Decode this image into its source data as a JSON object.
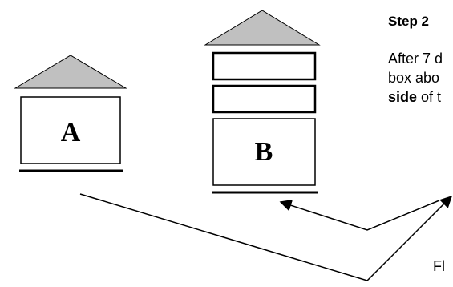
{
  "step": {
    "title": "Step 2"
  },
  "instruction": {
    "line1": "After 7 d",
    "line2": "box abo",
    "line3_bold": "side",
    "line3_rest": " of t"
  },
  "hives": [
    {
      "label": "A",
      "boxes_above": 0
    },
    {
      "label": "B",
      "boxes_above": 2
    }
  ],
  "footer_fragment": "Fl",
  "colors": {
    "roof": "#c0c0c0",
    "stroke": "#000000",
    "background": "#ffffff"
  }
}
